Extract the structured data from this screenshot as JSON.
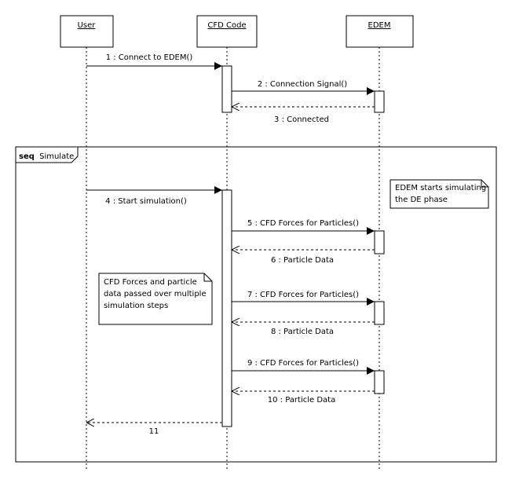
{
  "participants": [
    {
      "label": "User"
    },
    {
      "label": "CFD Code"
    },
    {
      "label": "EDEM"
    }
  ],
  "messages": [
    {
      "label": "1 : Connect to EDEM()"
    },
    {
      "label": "2 : Connection Signal()"
    },
    {
      "label": "3 : Connected"
    },
    {
      "label": "4 : Start simulation()"
    },
    {
      "label": "5 : CFD Forces for Particles()"
    },
    {
      "label": "6 : Particle Data"
    },
    {
      "label": "7 : CFD Forces for Particles()"
    },
    {
      "label": "8 : Particle Data"
    },
    {
      "label": "9 : CFD Forces for Particles()"
    },
    {
      "label": "10 : Particle Data"
    },
    {
      "label": "11"
    }
  ],
  "fragment": {
    "keyword": "seq",
    "name": "Simulate"
  },
  "notes": [
    {
      "lines": [
        "EDEM starts simulating",
        "the DE phase"
      ]
    },
    {
      "lines": [
        "CFD Forces and particle",
        "data passed over multiple",
        "simulation steps"
      ]
    }
  ]
}
